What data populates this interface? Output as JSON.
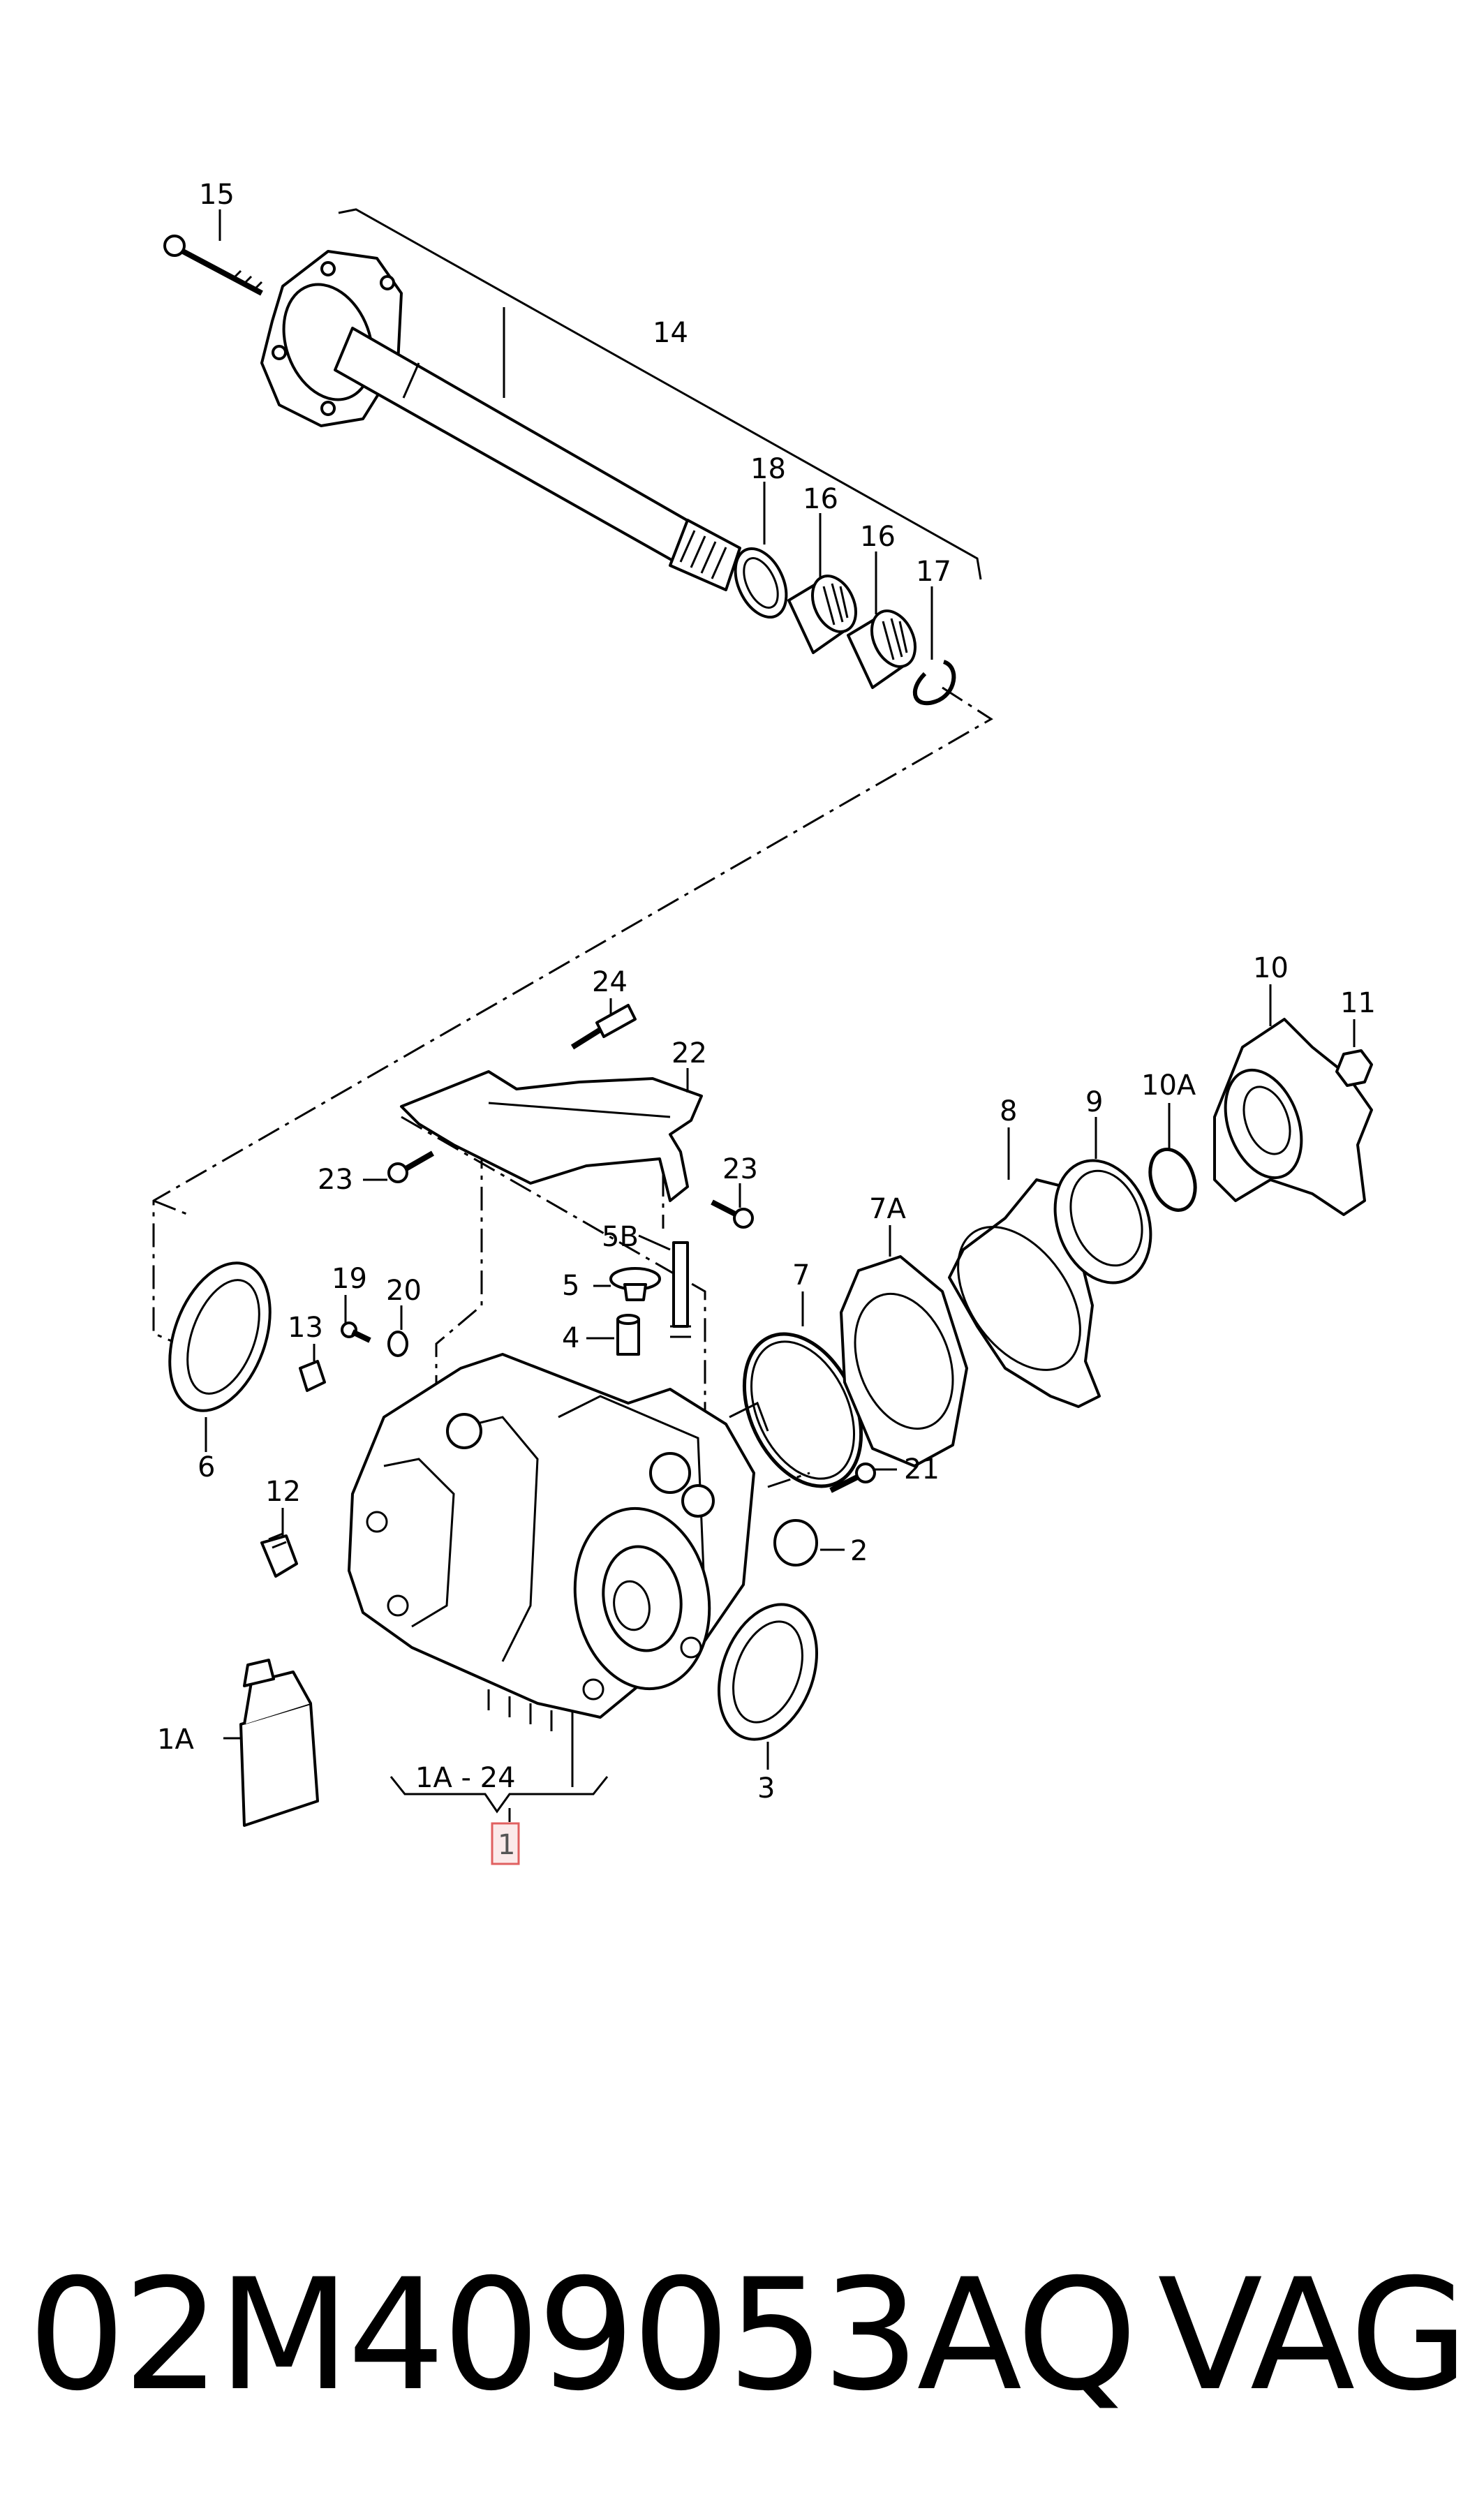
{
  "callouts": {
    "c15": "15",
    "c14": "14",
    "c18": "18",
    "c16a": "16",
    "c16b": "16",
    "c17": "17",
    "c24": "24",
    "c22": "22",
    "c23a": "23",
    "c23b": "23",
    "c5B": "5B",
    "c5": "5",
    "c4": "4",
    "c19": "19",
    "c20": "20",
    "c13": "13",
    "c6": "6",
    "c12": "12",
    "c7": "7",
    "c7A": "7A",
    "c8": "8",
    "c9": "9",
    "c10A": "10A",
    "c10": "10",
    "c11": "11",
    "c21": "21",
    "c2": "2",
    "c3": "3",
    "c1A": "1A",
    "range": "1A - 24",
    "c1": "1"
  },
  "highlight_color": "#e06060",
  "footer": {
    "part_number": "02M409053AQ",
    "brand": "VAG"
  }
}
